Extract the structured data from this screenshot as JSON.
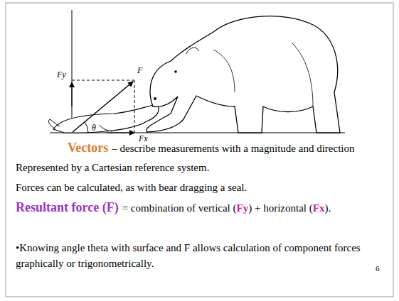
{
  "diagram": {
    "labels": [
      "Fy",
      "F",
      "θ",
      "Fx",
      "Vectors",
      "– describe measurements with a magnitude and direction",
      "Represented by a Cartesian reference system.",
      "Forces can be calculated, as with bear dragging a seal.",
      "Resultant force (F)",
      "= combination of vertical (",
      "Fy",
      ") + horizontal (",
      "Fx",
      ").",
      "•Knowing angle theta with surface and F allows calculation of component forces graphically or trigonometrically.",
      "6"
    ]
  }
}
